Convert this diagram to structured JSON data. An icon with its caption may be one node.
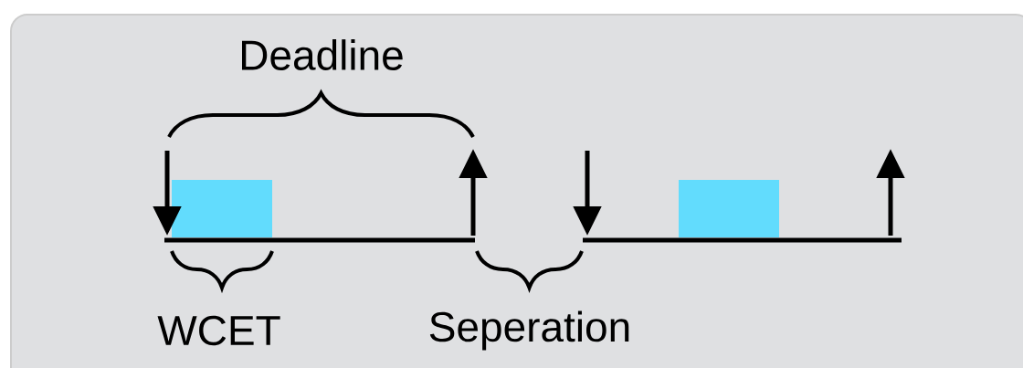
{
  "diagram": {
    "nodes": [
      {
        "text": [],
        "shape": "box"
      },
      {
        "text": [],
        "shape": "box"
      }
    ],
    "labels": [
      "Deadline",
      "WCET",
      "Seperation"
    ]
  }
}
